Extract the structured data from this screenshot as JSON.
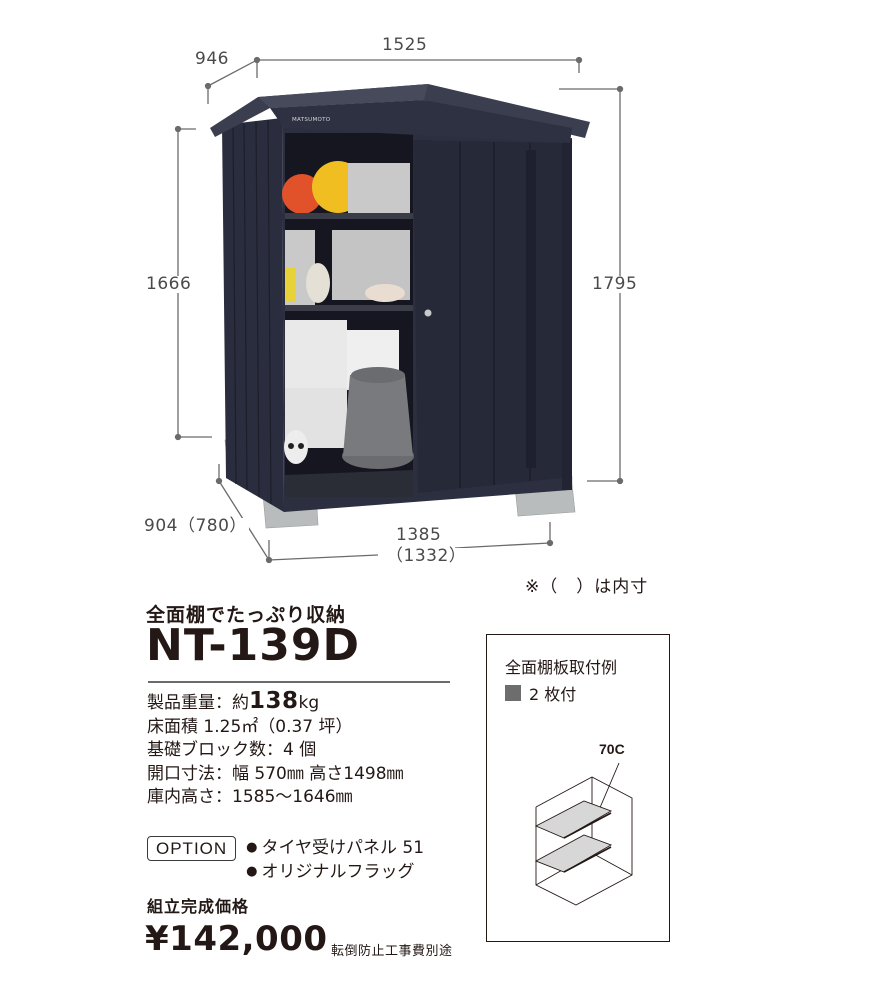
{
  "dimensions": {
    "depth_top": "946",
    "width_top": "1525",
    "height_left": "1666",
    "height_right": "1795",
    "depth_bottom": "904（780）",
    "width_bottom": "1385",
    "width_bottom_inner": "（1332）",
    "note": "※（　）は内寸"
  },
  "shed": {
    "brand_logo": "MATSUMOTO",
    "body_color": "#2a2d3d",
    "roof_color": "#3a3e4e",
    "block_color": "#b9bcbd"
  },
  "product": {
    "catchphrase": "全面棚でたっぷり収納",
    "model": "NT-139D",
    "specs": {
      "weight_label": "製品重量：約",
      "weight_value": "138",
      "weight_unit": "kg",
      "floor_area_label": "床面積 1.25㎡",
      "floor_area_tsubo": "（0.37 坪）",
      "blocks": "基礎ブロック数：4 個",
      "opening": "開口寸法：幅 570㎜  高さ1498㎜",
      "interior_height": "庫内高さ：1585～1646㎜"
    },
    "option": {
      "label": "OPTION",
      "items": [
        "タイヤ受けパネル 51",
        "オリジナルフラッグ"
      ],
      "bullet": "●"
    },
    "price": {
      "label": "組立完成価格",
      "value": "¥142,000",
      "note": "転倒防止工事費別途"
    }
  },
  "shelf_example": {
    "title": "全面棚板取付例",
    "count": "2 枚付",
    "code": "70C",
    "swatch_color": "#6d6d6d"
  }
}
